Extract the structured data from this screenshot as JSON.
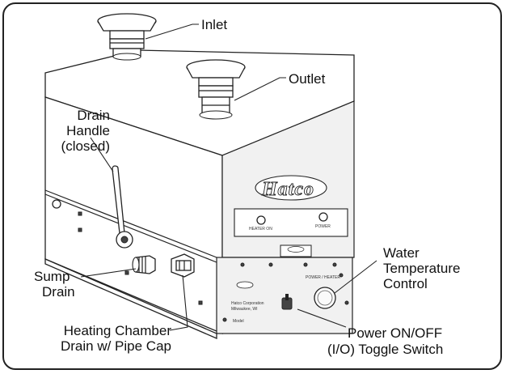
{
  "labels": {
    "inlet": "Inlet",
    "outlet": "Outlet",
    "drain_handle": [
      "Drain",
      "Handle",
      "(closed)"
    ],
    "sump_drain": [
      "Sump",
      "Drain"
    ],
    "heating_chamber": [
      "Heating Chamber",
      "Drain w/ Pipe Cap"
    ],
    "water_temp": [
      "Water",
      "Temperature",
      "Control"
    ],
    "power_switch": [
      "Power ON/OFF",
      "(I/O) Toggle Switch"
    ]
  },
  "logo_text": "Hatco"
}
